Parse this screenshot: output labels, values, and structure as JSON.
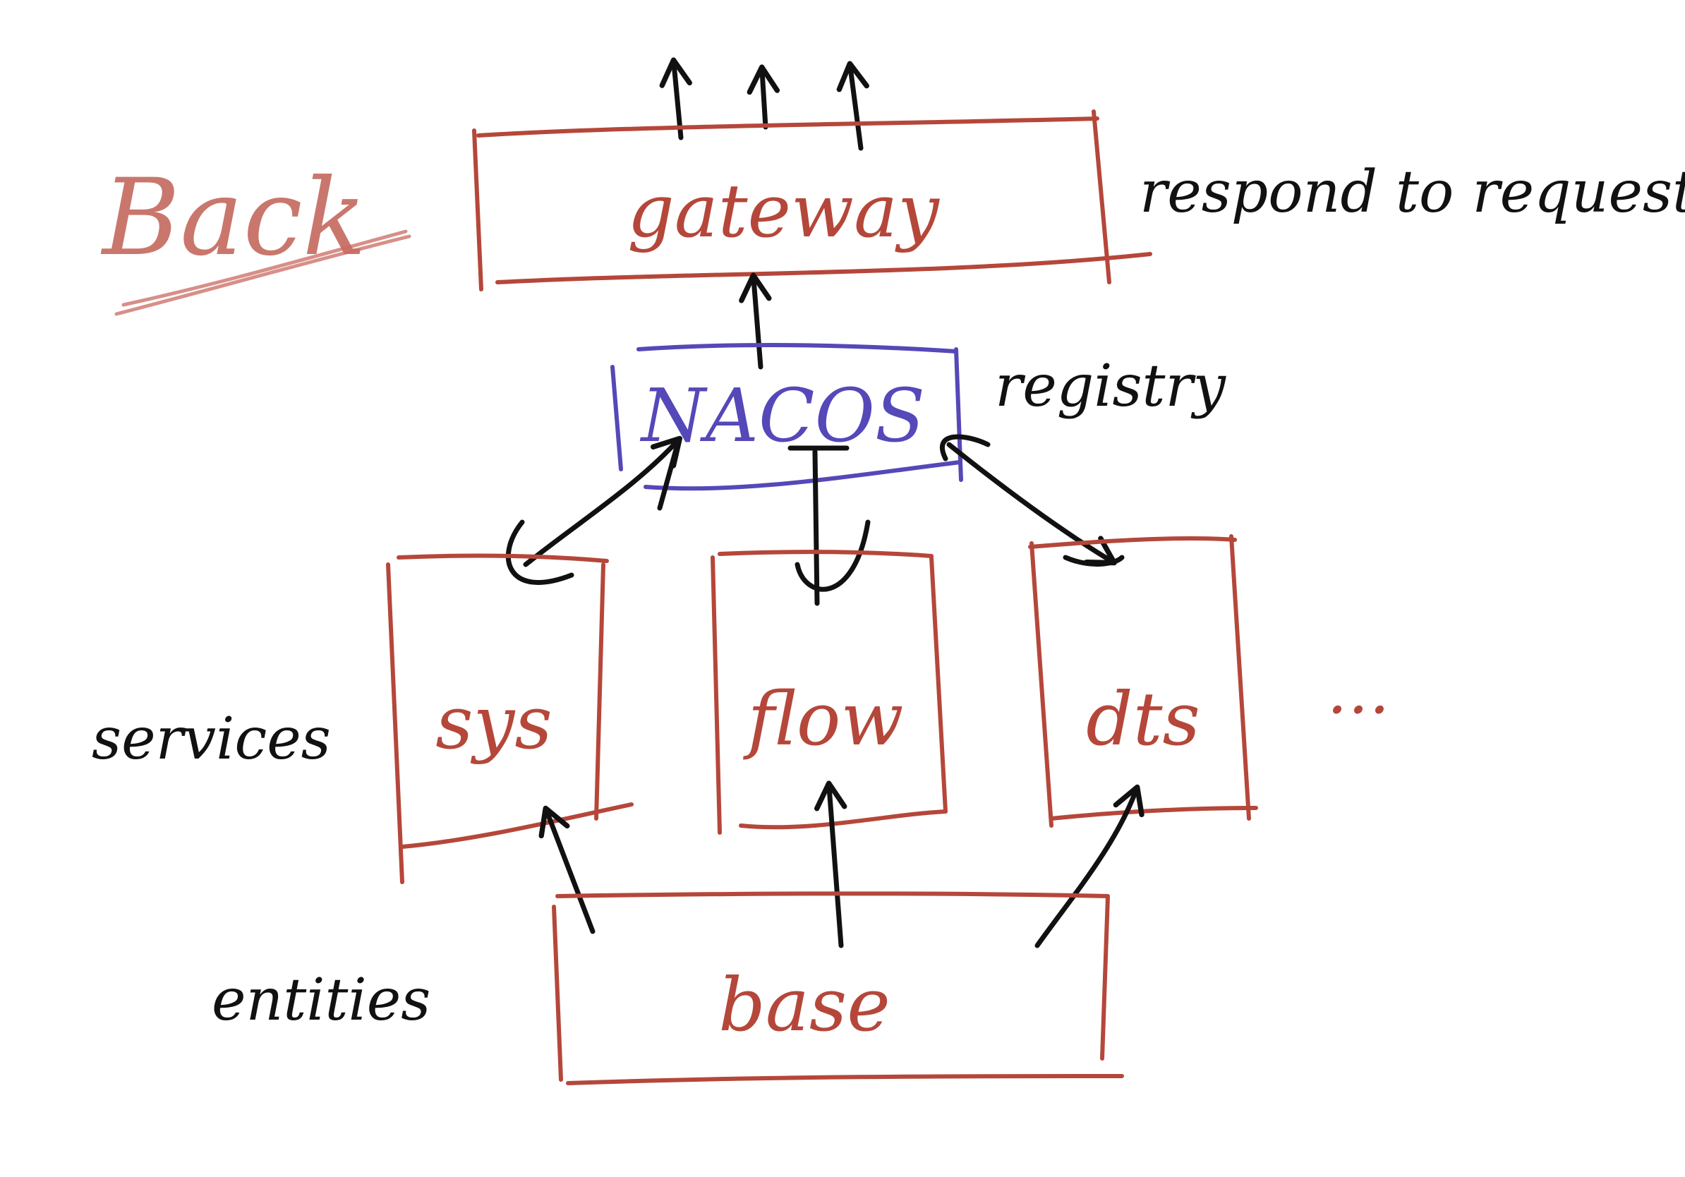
{
  "title": "Back",
  "gateway": {
    "label": "gateway",
    "note": "respond to requests"
  },
  "registry": {
    "label": "NACOS",
    "note": "registry"
  },
  "services": {
    "group_label": "services",
    "items": [
      {
        "label": "sys"
      },
      {
        "label": "flow"
      },
      {
        "label": "dts"
      }
    ],
    "more": "…"
  },
  "entities": {
    "group_label": "entities",
    "label": "base"
  },
  "colors": {
    "box": "#b5473a",
    "registry": "#5548b8",
    "ink": "#111111",
    "title": "#c9776d"
  }
}
